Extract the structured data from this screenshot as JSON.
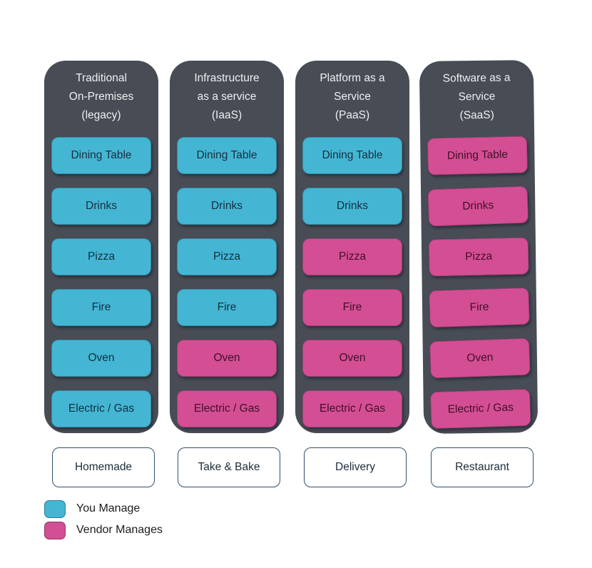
{
  "colors": {
    "you_manage": "#44b6d4",
    "vendor_manages": "#d44e94",
    "column_background": "#474c55",
    "header_text": "#eef0f2",
    "footer_border": "#31506e"
  },
  "columns": [
    {
      "id": "legacy",
      "title_lines": [
        "Traditional",
        "On-Premises",
        "(legacy)"
      ],
      "footer_label": "Homemade",
      "items": [
        {
          "label": "Dining Table",
          "managed_by": "you"
        },
        {
          "label": "Drinks",
          "managed_by": "you"
        },
        {
          "label": "Pizza",
          "managed_by": "you"
        },
        {
          "label": "Fire",
          "managed_by": "you"
        },
        {
          "label": "Oven",
          "managed_by": "you"
        },
        {
          "label": "Electric / Gas",
          "managed_by": "you"
        }
      ]
    },
    {
      "id": "iaas",
      "title_lines": [
        "Infrastructure",
        "as a service",
        "(IaaS)"
      ],
      "footer_label": "Take & Bake",
      "items": [
        {
          "label": "Dining Table",
          "managed_by": "you"
        },
        {
          "label": "Drinks",
          "managed_by": "you"
        },
        {
          "label": "Pizza",
          "managed_by": "you"
        },
        {
          "label": "Fire",
          "managed_by": "you"
        },
        {
          "label": "Oven",
          "managed_by": "vendor"
        },
        {
          "label": "Electric / Gas",
          "managed_by": "vendor"
        }
      ]
    },
    {
      "id": "paas",
      "title_lines": [
        "Platform as a",
        "Service",
        "(PaaS)"
      ],
      "footer_label": "Delivery",
      "items": [
        {
          "label": "Dining Table",
          "managed_by": "you"
        },
        {
          "label": "Drinks",
          "managed_by": "you"
        },
        {
          "label": "Pizza",
          "managed_by": "vendor"
        },
        {
          "label": "Fire",
          "managed_by": "vendor"
        },
        {
          "label": "Oven",
          "managed_by": "vendor"
        },
        {
          "label": "Electric / Gas",
          "managed_by": "vendor"
        }
      ]
    },
    {
      "id": "saas",
      "title_lines": [
        "Software as a",
        "Service",
        "(SaaS)"
      ],
      "footer_label": "Restaurant",
      "items": [
        {
          "label": "Dining Table",
          "managed_by": "vendor"
        },
        {
          "label": "Drinks",
          "managed_by": "vendor"
        },
        {
          "label": "Pizza",
          "managed_by": "vendor"
        },
        {
          "label": "Fire",
          "managed_by": "vendor"
        },
        {
          "label": "Oven",
          "managed_by": "vendor"
        },
        {
          "label": "Electric / Gas",
          "managed_by": "vendor"
        }
      ]
    }
  ],
  "legend": {
    "items": [
      {
        "label": "You Manage",
        "key": "you"
      },
      {
        "label": "Vendor Manages",
        "key": "vendor"
      }
    ]
  }
}
